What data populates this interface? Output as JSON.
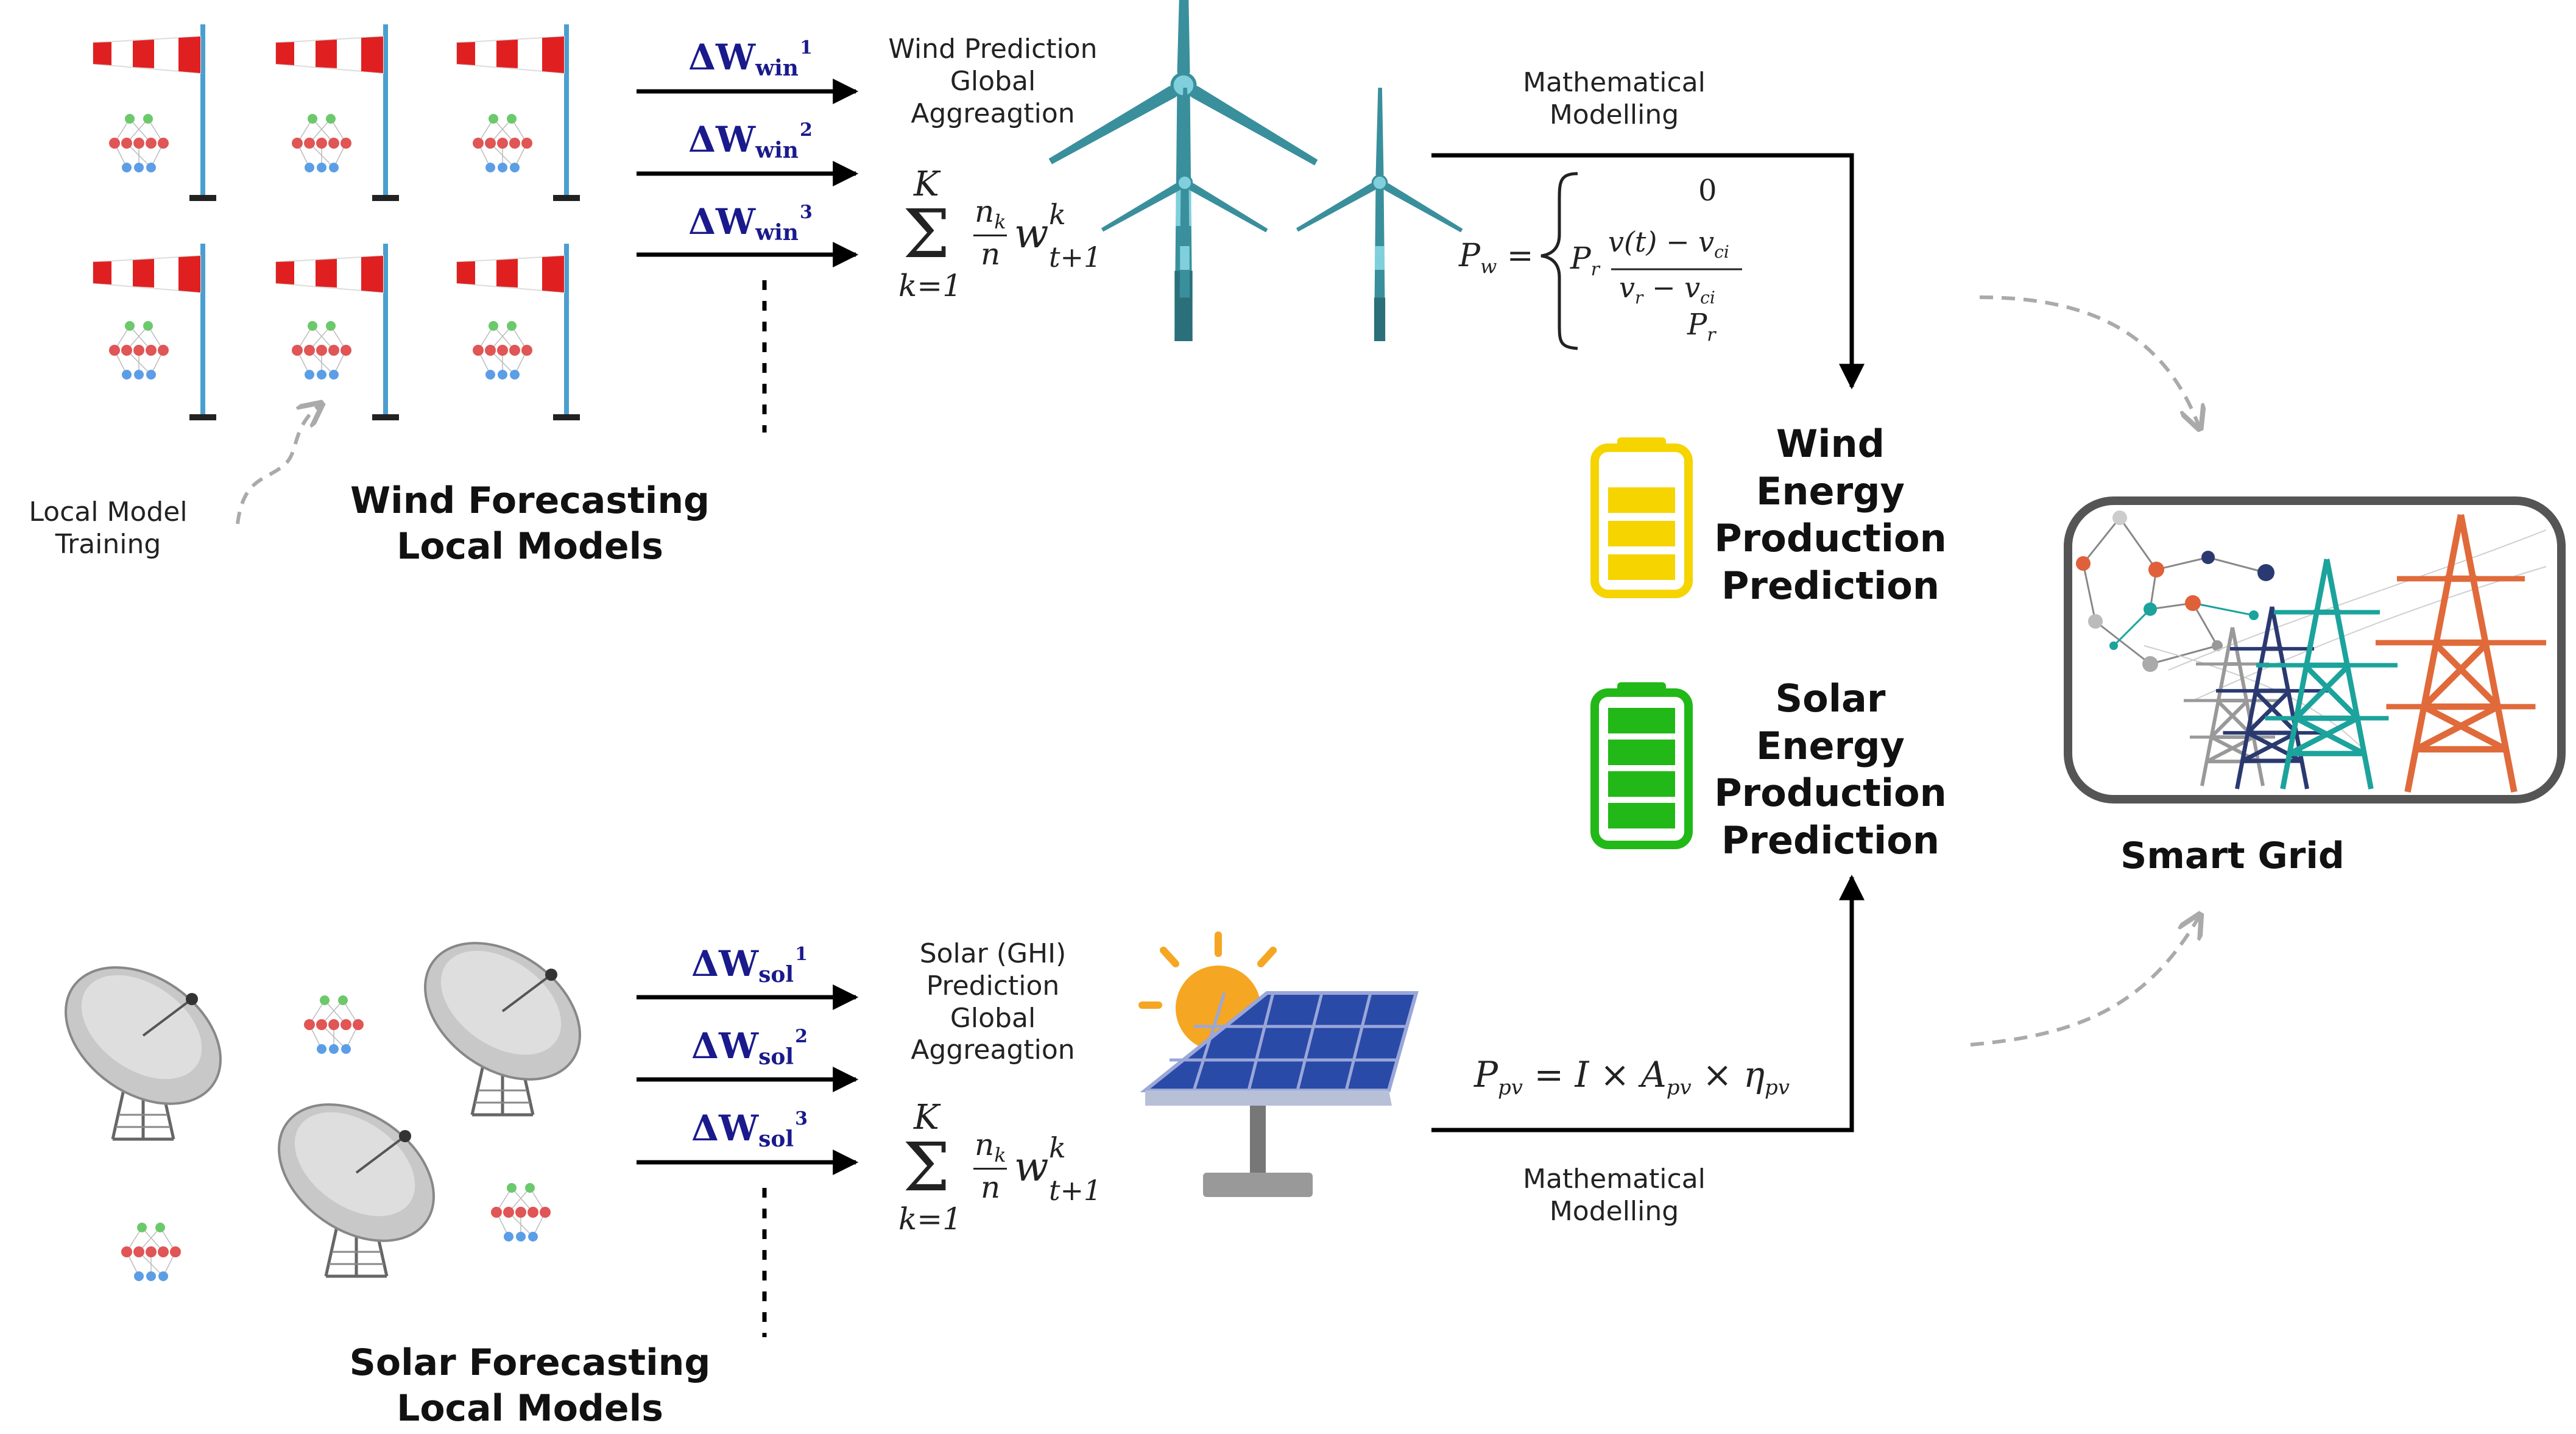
{
  "labels": {
    "local_model_training": "Local Model Training",
    "wind_local_models": "Wind Forecasting Local Models",
    "solar_local_models": "Solar Forecasting Local Models",
    "wind_global": "Wind Prediction Global Aggreagtion",
    "solar_global": "Solar (GHI) Prediction Global Aggreagtion",
    "math_modelling_wind": "Mathematical Modelling",
    "math_modelling_solar": "Mathematical Modelling",
    "wind_prediction": "Wind Energy Production Prediction",
    "solar_prediction": "Solar Energy Production Prediction",
    "smart_grid": "Smart Grid"
  },
  "updates": {
    "wind": [
      {
        "base": "ΔW",
        "sub": "win",
        "sup": "1"
      },
      {
        "base": "ΔW",
        "sub": "win",
        "sup": "2"
      },
      {
        "base": "ΔW",
        "sub": "win",
        "sup": "3"
      }
    ],
    "solar": [
      {
        "base": "ΔW",
        "sub": "sol",
        "sup": "1"
      },
      {
        "base": "ΔW",
        "sub": "sol",
        "sup": "2"
      },
      {
        "base": "ΔW",
        "sub": "sol",
        "sup": "3"
      }
    ]
  },
  "formulas": {
    "aggregation": {
      "upper": "K",
      "sigma": "Σ",
      "lower": "k=1",
      "num": "n",
      "num_sub": "k",
      "den": "n",
      "w": "w",
      "w_sup": "k",
      "w_sub": "t+1"
    },
    "wind_power": {
      "lhs": "P",
      "lhs_sub": "w",
      "eq": "=",
      "case1": "0",
      "case2_pre": "P",
      "case2_pre_sub": "r",
      "case2_num": "v(t) − v",
      "case2_num_sub": "ci",
      "case2_den_a": "v",
      "case2_den_a_sub": "r",
      "case2_den_b": " − v",
      "case2_den_b_sub": "ci",
      "case3": "P",
      "case3_sub": "r"
    },
    "solar_power": {
      "lhs": "P",
      "lhs_sub": "pv",
      "rhs1": " = I × A",
      "rhs1_sub": "pv",
      "rhs2": " × η",
      "rhs2_sub": "pv"
    }
  },
  "colors": {
    "wind_battery": "#f5d400",
    "solar_battery": "#22b818",
    "turbine": "#3a8f9c",
    "panel": "#2a4aa8",
    "sun": "#f5a623",
    "equation_blue": "#1a1a8c",
    "grid_border": "#555555"
  }
}
